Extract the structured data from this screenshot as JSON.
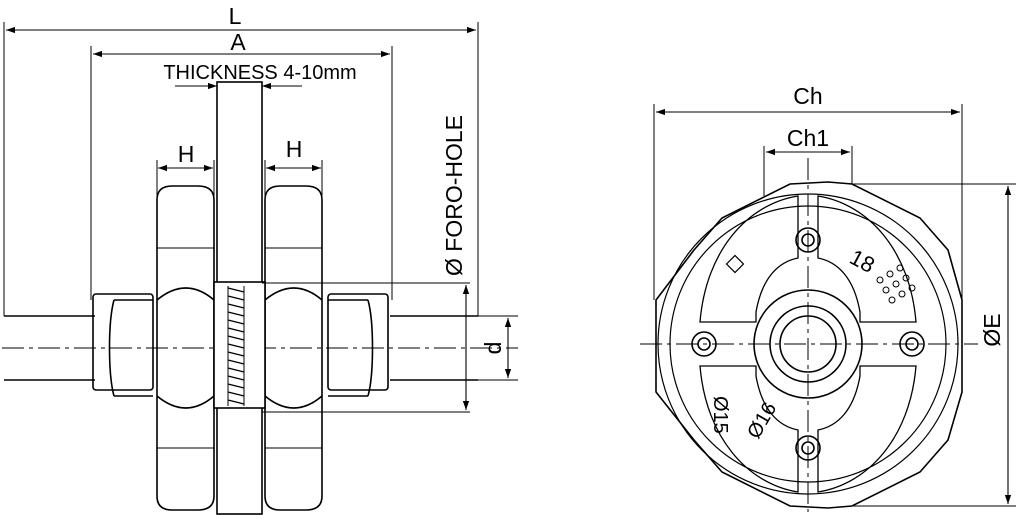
{
  "side_view": {
    "labels": {
      "L": "L",
      "A": "A",
      "thickness": "THICKNESS  4-10mm",
      "h_left": "H",
      "h_right": "H",
      "foro_hole": "Ø FORO-HOLE",
      "d": "d"
    }
  },
  "front_view": {
    "labels": {
      "ch": "Ch",
      "ch1": "Ch1",
      "oe": "ØE",
      "mark_18": "18",
      "mark_o15": "Ø15",
      "mark_o16": "Ø16"
    }
  }
}
